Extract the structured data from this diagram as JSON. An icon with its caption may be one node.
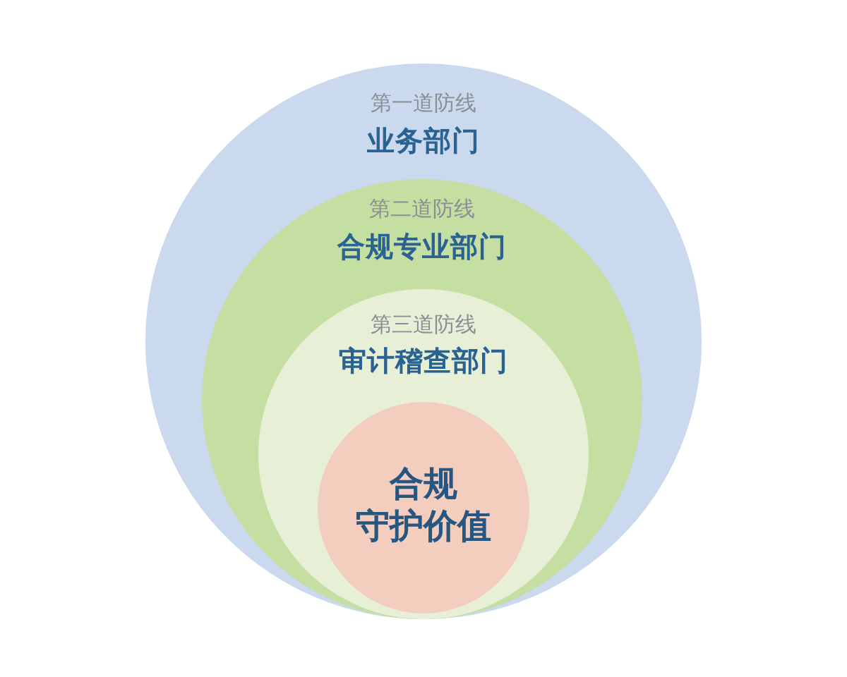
{
  "diagram": {
    "nodes": [
      {
        "text": [
          "第一道防线",
          "业务部门"
        ]
      },
      {
        "text": [
          "第二道防线",
          "合规专业部门"
        ],
        "in": 0
      },
      {
        "text": [
          "第三道防线",
          "审计稽查部门"
        ],
        "in": 1
      },
      {
        "text": [
          "合规守护价值"
        ],
        "in": 2
      }
    ]
  }
}
